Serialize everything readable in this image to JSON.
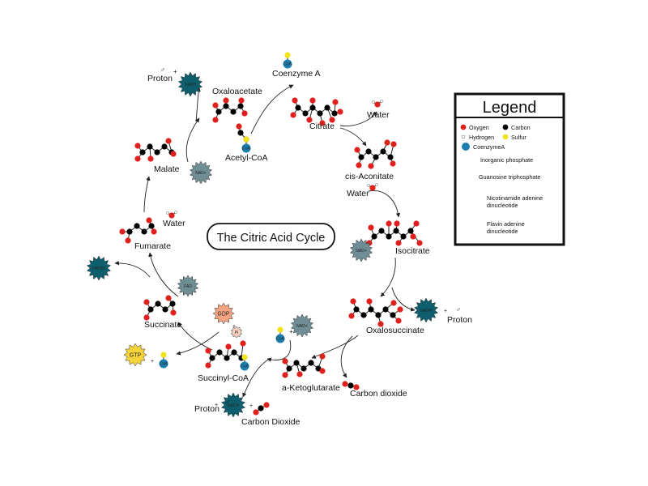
{
  "title": "The Citric Acid Cycle",
  "legend": {
    "title": "Legend",
    "items": {
      "oxygen": "Oxygen",
      "carbon": "Carbon",
      "hydrogen": "Hydrogen",
      "sulfur": "Sulfur",
      "coa": "CoenzymeA",
      "pi": "Inorganic phosphate",
      "gtp": "Guanosine triphosphate",
      "nadh": "Nicotinamide adenine dinucleotide",
      "fadh": "Flavin adenine dinucleotide"
    }
  },
  "badges": {
    "coa": "CoA",
    "pi": "Pi",
    "gtp": "GTP",
    "gdp": "GDP",
    "nad": "NAD+",
    "nadh": "NADH",
    "fad": "FAD",
    "fadh": "FADH2"
  },
  "labels": {
    "oxaloacetate": "Oxaloacetate",
    "acetyl_coa": "Acetyl-CoA",
    "coenzyme_a": "Coenzyme A",
    "citrate": "Citrate",
    "water_1": "Water",
    "cis_aconitate": "cis-Aconitate",
    "water_2": "Water",
    "isocitrate": "Isocitrate",
    "oxalosuccinate": "Oxalosuccinate",
    "proton_1": "Proton",
    "carbon_dioxide_1": "Carbon dioxide",
    "a_ketoglutarate": "a-Ketoglutarate",
    "succinyl_coa": "Succinyl-CoA",
    "proton_2": "Proton",
    "carbon_dioxide_2": "Carbon Dioxide",
    "succinate": "Succinate",
    "fumarate": "Fumarate",
    "water_3": "Water",
    "malate": "Malate",
    "proton_3": "Proton"
  },
  "symbols": {
    "plus": "+",
    "proton": "♂"
  },
  "colors": {
    "oxygen": "#e0201c",
    "carbon": "#000000",
    "hydrogen": "#ffffff",
    "sulfur": "#f1e21a",
    "coa": "#1d7fb0",
    "nadh_star": "#0e5f6e",
    "nad_star": "#6f8d94",
    "gtp_star": "#f6d33b",
    "gdp_star": "#f4a480",
    "pi_star": "#f8cfc1"
  }
}
